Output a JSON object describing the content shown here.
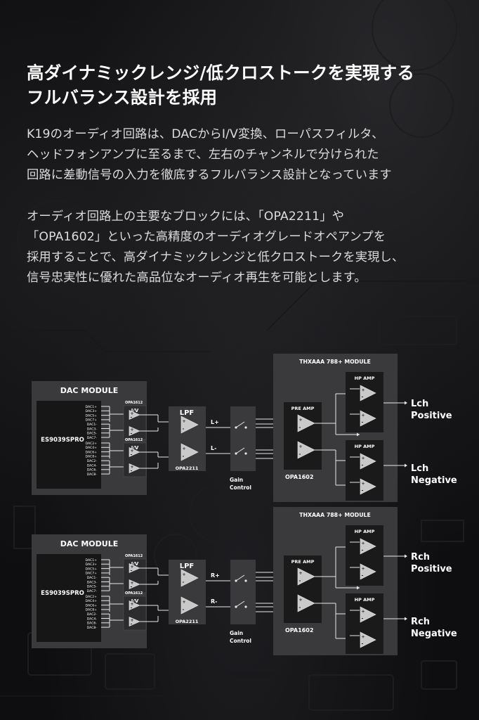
{
  "heading": {
    "line1": "高ダイナミックレンジ/低クロストークを実現する",
    "line2": "フルバランス設計を採用"
  },
  "paragraph1": {
    "line1": "K19のオーディオ回路は、DACからI/V変換、ローパスフィルタ、",
    "line2": "ヘッドフォンアンプに至るまで、左右のチャンネルで分けられた",
    "line3": "回路に差動信号の入力を徹底するフルバランス設計となっています"
  },
  "paragraph2": {
    "line1": "オーディオ回路上の主要なブロックには、「OPA2211」や",
    "line2": "「OPA1602」といった高精度のオーディオグレードオペアンプを",
    "line3": "採用することで、高ダイナミックレンジと低クロストークを実現し、",
    "line4": "信号忠実性に優れた高品位なオーディオ再生を可能とします。"
  },
  "diagram": {
    "channels": [
      {
        "dac_module": "DAC MODULE",
        "dac_chip": "ES9039SPRO",
        "dac_pins_top": [
          "DAC1+",
          "DAC3+",
          "DAC5+",
          "DAC7+",
          "DAC1-",
          "DAC3-",
          "DAC5-",
          "DAC7-"
        ],
        "dac_pins_bottom": [
          "DAC2+",
          "DAC4+",
          "DAC6+",
          "DAC8+",
          "DAC2-",
          "DAC4-",
          "DAC6-",
          "DAC8-"
        ],
        "iv_chip": "OPA1612",
        "iv_label": "I/V",
        "lpf_label": "LPF",
        "lpf_chip": "OPA2211",
        "sig_plus": "L+",
        "sig_minus": "L-",
        "gain_line1": "Gain",
        "gain_line2": "Control",
        "thx_module": "THXAAA 788+ MODULE",
        "pre_amp": "PRE AMP",
        "hp_amp": "HP AMP",
        "pre_chip": "OPA1602",
        "out_top_line1": "Lch",
        "out_top_line2": "Positive",
        "out_bottom_line1": "Lch",
        "out_bottom_line2": "Negative"
      },
      {
        "dac_module": "DAC MODULE",
        "dac_chip": "ES9039SPRO",
        "dac_pins_top": [
          "DAC1+",
          "DAC3+",
          "DAC5+",
          "DAC7+",
          "DAC1-",
          "DAC3-",
          "DAC5-",
          "DAC7-"
        ],
        "dac_pins_bottom": [
          "DAC2+",
          "DAC4+",
          "DAC6+",
          "DAC8+",
          "DAC2-",
          "DAC4-",
          "DAC6-",
          "DAC8-"
        ],
        "iv_chip": "OPA1612",
        "iv_label": "I/V",
        "lpf_label": "LPF",
        "lpf_chip": "OPA2211",
        "sig_plus": "R+",
        "sig_minus": "R-",
        "gain_line1": "Gain",
        "gain_line2": "Control",
        "thx_module": "THXAAA 788+ MODULE",
        "pre_amp": "PRE AMP",
        "hp_amp": "HP AMP",
        "pre_chip": "OPA1602",
        "out_top_line1": "Rch",
        "out_top_line2": "Positive",
        "out_bottom_line1": "Rch",
        "out_bottom_line2": "Negative"
      }
    ]
  }
}
